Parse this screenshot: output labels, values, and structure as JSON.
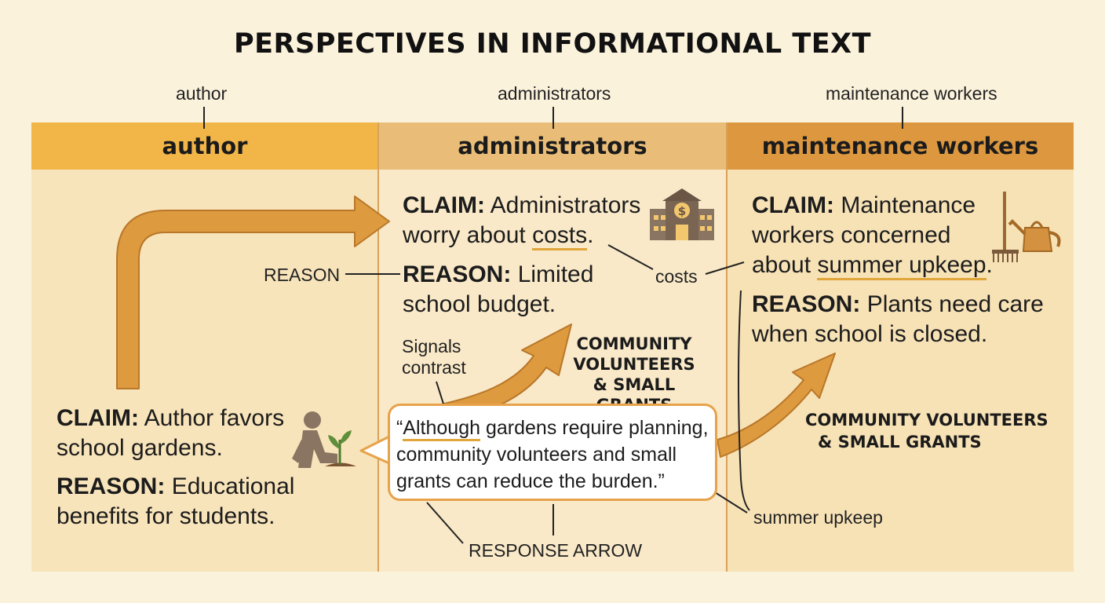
{
  "title": "PERSPECTIVES IN INFORMATIONAL TEXT",
  "top_labels": {
    "author": "author",
    "administrators": "administrators",
    "maintenance": "maintenance workers"
  },
  "columns": {
    "author": {
      "header": "author",
      "claim_label": "CLAIM:",
      "claim_text": "Author favors school gardens.",
      "reason_label": "REASON:",
      "reason_text": "Educational benefits for students."
    },
    "administrators": {
      "header": "administrators",
      "claim_label": "CLAIM:",
      "claim_text_before": "Administrators worry about",
      "claim_highlight": "costs",
      "claim_text_after": ".",
      "reason_label": "REASON:",
      "reason_text": "Limited school budget."
    },
    "maintenance": {
      "header": "maintenance workers",
      "claim_label": "CLAIM:",
      "claim_text_before": "Maintenance workers concerned about",
      "claim_highlight": "summer upkeep",
      "claim_text_after": ".",
      "reason_label": "REASON:",
      "reason_text": "Plants need care when school is closed."
    }
  },
  "annotations": {
    "reason": "REASON",
    "costs": "costs",
    "signals_contrast_line1": "Signals",
    "signals_contrast_line2": "contrast",
    "summer_upkeep": "summer upkeep",
    "response_arrow": "RESPONSE ARROW"
  },
  "response_labels": {
    "middle_line1": "COMMUNITY",
    "middle_line2": "VOLUNTEERS",
    "middle_line3": "& SMALL GRANTS",
    "right_line1": "COMMUNITY VOLUNTEERS",
    "right_line2": "& SMALL GRANTS"
  },
  "quote": {
    "open": "“",
    "signal_word": "Although",
    "rest": " gardens require planning, community volunteers and small grants can reduce the burden.”"
  },
  "icons": {
    "author": "gardener-planting-icon",
    "administrators": "school-budget-building-icon",
    "maintenance": "rake-and-watering-can-icon"
  },
  "colors": {
    "arrow": "#dd9a3e",
    "author_header": "#f2b547",
    "admin_header": "#e9bd78",
    "maint_header": "#dc973f",
    "highlight_underline": "#e0a63b"
  }
}
